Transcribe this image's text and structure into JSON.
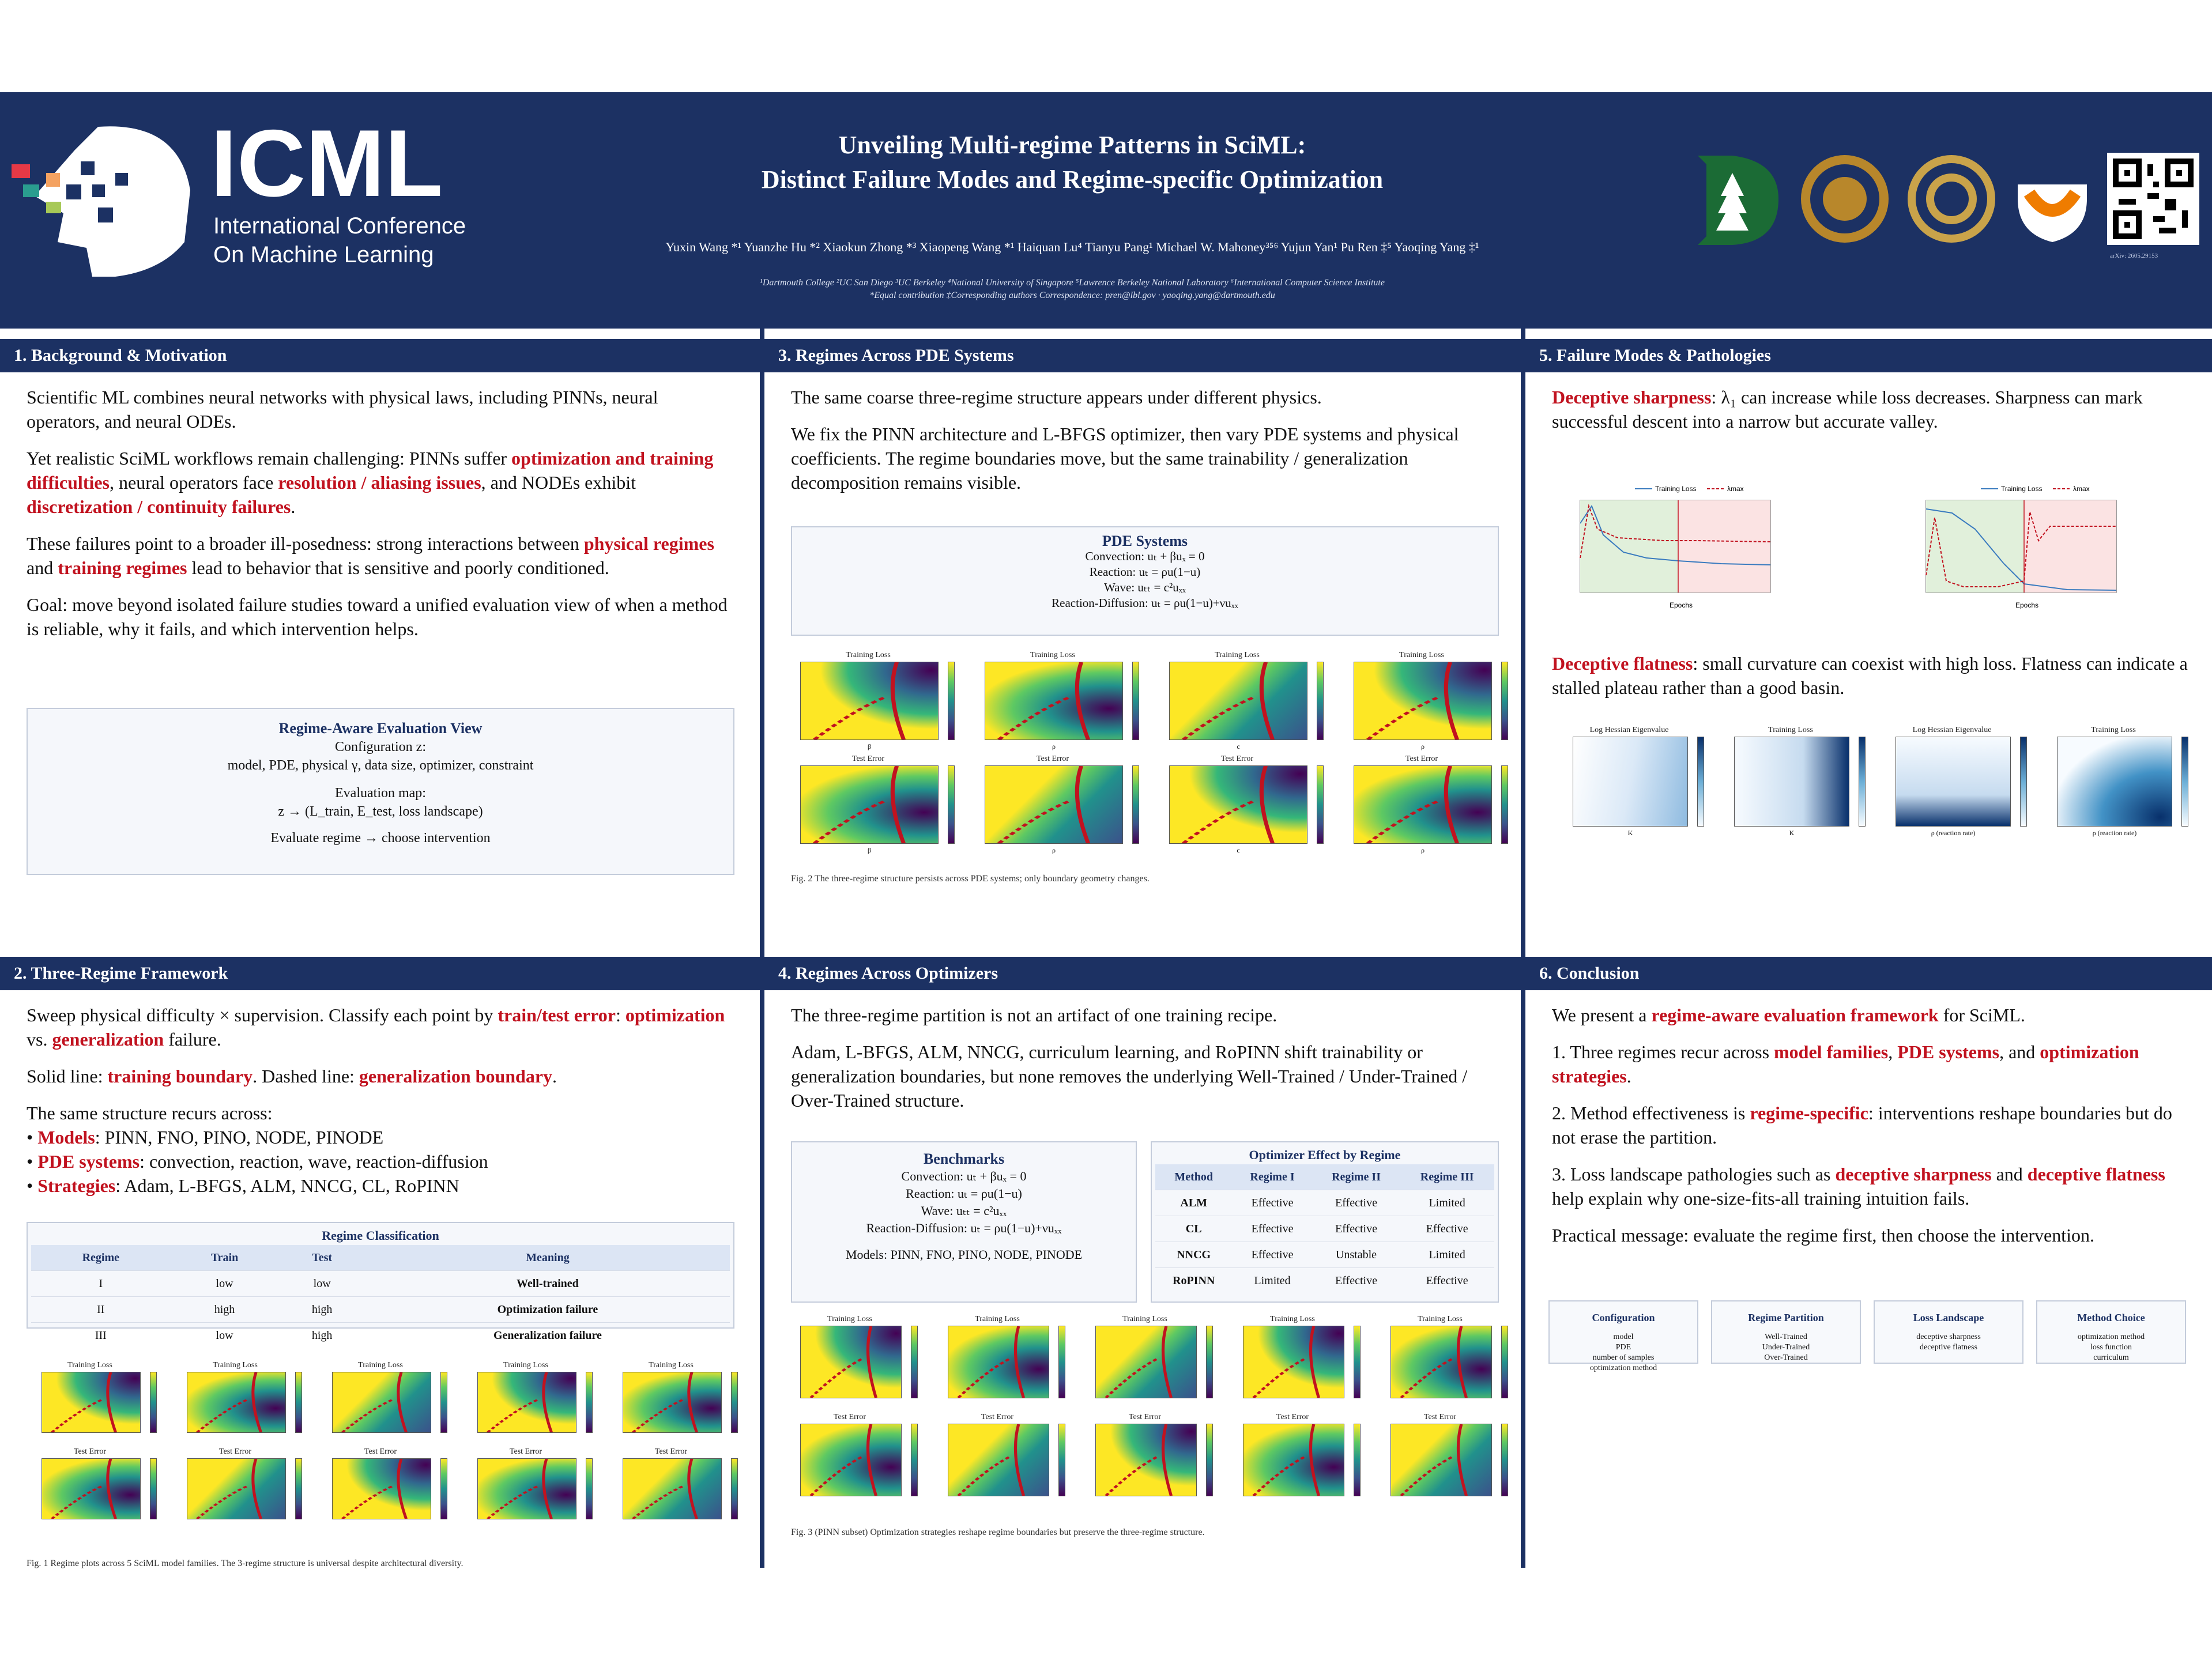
{
  "header": {
    "logo_name": "ICML",
    "logo_sub1": "International Conference",
    "logo_sub2": "On Machine Learning",
    "title1": "Unveiling Multi-regime Patterns in SciML:",
    "title2": "Distinct Failure Modes and Regime-specific Optimization",
    "authors": "Yuxin Wang *¹ Yuanzhe Hu *² Xiaokun Zhong *³ Xiaopeng Wang *¹ Haiquan Lu⁴ Tianyu Pang¹ Michael W. Mahoney³⁵⁶ Yujun Yan¹ Pu Ren ‡⁵ Yaoqing Yang ‡¹",
    "affil1": "¹Dartmouth College ²UC San Diego ³UC Berkeley ⁴National University of Singapore ⁵Lawrence Berkeley National Laboratory ⁶International Computer Science Institute",
    "affil2": "*Equal contribution ‡Corresponding authors Correspondence: pren@lbl.gov · yaoqing.yang@dartmouth.edu",
    "arxiv": "arXiv: 2605.29153"
  },
  "s1": {
    "head": "1. Background & Motivation",
    "p1": "Scientific ML combines neural networks with physical laws, including PINNs, neural operators, and neural ODEs.",
    "p2a": "Yet realistic SciML workflows remain challenging: PINNs suffer ",
    "p2b": "optimization and training difficulties",
    "p2c": ", neural operators face ",
    "p2d": "resolution / aliasing issues",
    "p2e": ", and NODEs exhibit ",
    "p2f": "discretization / continuity failures",
    "p2g": ".",
    "p3a": "These failures point to a broader ill-posedness: strong interactions between ",
    "p3b": "physical regimes",
    "p3c": " and ",
    "p3d": "training regimes",
    "p3e": " lead to behavior that is sensitive and poorly conditioned.",
    "p4": "Goal: move beyond isolated failure studies toward a unified evaluation view of when a method is reliable, why it fails, and which intervention helps.",
    "box_title": "Regime-Aware Evaluation View",
    "box_l1": "Configuration z:",
    "box_l2": "model, PDE, physical γ, data size, optimizer, constraint",
    "box_l3": "Evaluation map:",
    "box_l4": "z → (L_train, E_test, loss landscape)",
    "box_l5": "Evaluate regime → choose intervention"
  },
  "s2": {
    "head": "2. Three-Regime Framework",
    "p1a": "Sweep physical difficulty × supervision. Classify each point by ",
    "p1b": "train/test error",
    "p1c": ": ",
    "p1d": "optimization",
    "p1e": " vs. ",
    "p1f": "generalization",
    "p1g": " failure.",
    "p2a": "Solid line: ",
    "p2b": "training boundary",
    "p2c": ". Dashed line: ",
    "p2d": "generalization boundary",
    "p2e": ".",
    "p3": "The same structure recurs across:",
    "b1a": "• ",
    "b1b": "Models",
    "b1c": ": PINN, FNO, PINO, NODE, PINODE",
    "b2b": "PDE systems",
    "b2c": ": convection, reaction, wave, reaction-diffusion",
    "b3b": "Strategies",
    "b3c": ": Adam, L-BFGS, ALM, NNCG, CL, RoPINN",
    "table_title": "Regime Classification",
    "cols": [
      "Regime",
      "Train",
      "Test",
      "Meaning"
    ],
    "rows": [
      [
        "I",
        "low",
        "low",
        "Well-trained"
      ],
      [
        "II",
        "high",
        "high",
        "Optimization failure"
      ],
      [
        "III",
        "low",
        "high",
        "Generalization failure"
      ]
    ],
    "fig_titles": [
      "Training Loss",
      "Test Error"
    ],
    "caption": "Fig. 1 Regime plots across 5 SciML model families. The 3-regime structure is universal despite architectural diversity."
  },
  "s3": {
    "head": "3. Regimes Across PDE Systems",
    "p1": "The same coarse three-regime structure appears under different physics.",
    "p2": "We fix the PINN architecture and L-BFGS optimizer, then vary PDE systems and physical coefficients. The regime boundaries move, but the same trainability / generalization decomposition remains visible.",
    "box_title": "PDE Systems",
    "eqs": [
      [
        "Convection:",
        "uₜ + βuₓ = 0"
      ],
      [
        "Reaction:",
        "uₜ = ρu(1−u)"
      ],
      [
        "Wave:",
        "uₜₜ = c²uₓₓ"
      ],
      [
        "Reaction-Diffusion:",
        "uₜ = ρu(1−u)+νuₓₓ"
      ]
    ],
    "xlabels": [
      "β",
      "ρ",
      "c",
      "ρ"
    ],
    "caption": "Fig. 2 The three-regime structure persists across PDE systems; only boundary geometry changes."
  },
  "s4": {
    "head": "4. Regimes Across Optimizers",
    "p1": "The three-regime partition is not an artifact of one training recipe.",
    "p2": "Adam, L-BFGS, ALM, NNCG, curriculum learning, and RoPINN shift trainability or generalization boundaries, but none removes the underlying Well-Trained / Under-Trained / Over-Trained structure.",
    "bench_title": "Benchmarks",
    "models": "Models: PINN, FNO, PINO, NODE, PINODE",
    "opt_title": "Optimizer Effect by Regime",
    "opt_cols": [
      "Method",
      "Regime I",
      "Regime II",
      "Regime III"
    ],
    "opt_rows": [
      [
        "ALM",
        "Effective",
        "Effective",
        "Limited"
      ],
      [
        "CL",
        "Effective",
        "Effective",
        "Effective"
      ],
      [
        "NNCG",
        "Effective",
        "Unstable",
        "Limited"
      ],
      [
        "RoPINN",
        "Limited",
        "Effective",
        "Effective"
      ]
    ],
    "caption": "Fig. 3 (PINN subset) Optimization strategies reshape regime boundaries but preserve the three-regime structure."
  },
  "s5": {
    "head": "5. Failure Modes & Pathologies",
    "p1a": "Deceptive sharpness",
    "p1b": ": λ₁ can increase while loss decreases. Sharpness can mark successful descent into a narrow but accurate valley.",
    "p2a": "Deceptive flatness",
    "p2b": ": small curvature can coexist with high loss. Flatness can indicate a stalled plateau rather than a good basin.",
    "leg1": "Training Loss",
    "leg2": "λmax",
    "xlab": "Epochs",
    "hm_titles": [
      "Log Hessian Eigenvalue",
      "Training Loss",
      "Log Hessian Eigenvalue",
      "Training Loss"
    ],
    "hm_x": [
      "K",
      "K",
      "ρ (reaction rate)",
      "ρ (reaction rate)"
    ]
  },
  "s6": {
    "head": "6. Conclusion",
    "p1a": "We present a ",
    "p1b": "regime-aware evaluation framework",
    "p1c": " for SciML.",
    "p2a": "1. Three regimes recur across ",
    "p2b": "model families",
    "p2c": ", ",
    "p2d": "PDE systems",
    "p2e": ", and ",
    "p2f": "optimization strategies",
    "p2g": ".",
    "p3a": "2. Method effectiveness is ",
    "p3b": "regime-specific",
    "p3c": ": interventions reshape boundaries but do not erase the partition.",
    "p4a": "3. Loss landscape pathologies such as ",
    "p4b": "deceptive sharpness",
    "p4c": " and ",
    "p4d": "deceptive flatness",
    "p4e": " help explain why one-size-fits-all training intuition fails.",
    "p5": "Practical message: evaluate the regime first, then choose the intervention.",
    "flow": [
      {
        "t": "Configuration",
        "b": [
          "model",
          "PDE",
          "number of samples",
          "optimization method"
        ]
      },
      {
        "t": "Regime Partition",
        "b": [
          "Well-Trained",
          "Under-Trained",
          "Over-Trained"
        ]
      },
      {
        "t": "Loss Landscape",
        "b": [
          "deceptive sharpness",
          "deceptive flatness"
        ]
      },
      {
        "t": "Method Choice",
        "b": [
          "optimization method",
          "loss function",
          "curriculum"
        ]
      }
    ]
  },
  "colors": {
    "navy": "#1c3163",
    "red": "#c1121f"
  }
}
